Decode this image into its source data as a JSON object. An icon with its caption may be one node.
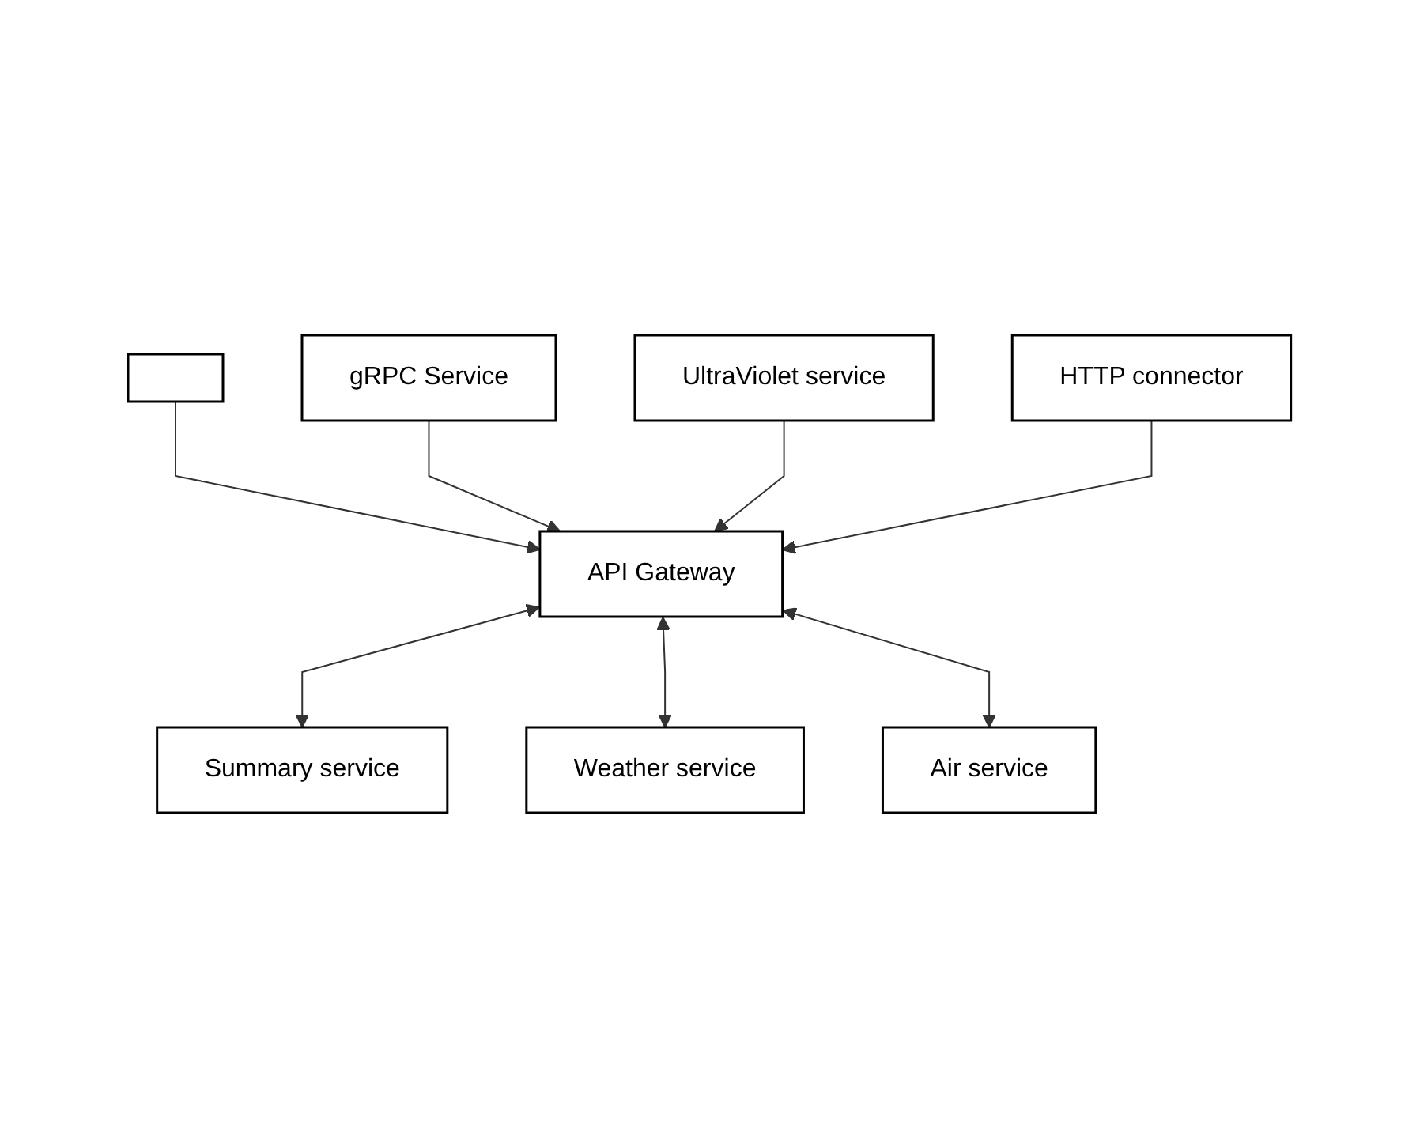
{
  "diagram": {
    "nodes": [
      {
        "text": [],
        "shape": "box"
      },
      {
        "text": [
          "gRPC Service"
        ]
      },
      {
        "text": [
          "UltraViolet service"
        ]
      },
      {
        "text": [
          "HTTP connector"
        ]
      },
      {
        "text": [
          "API Gateway"
        ]
      },
      {
        "text": [
          "Summary service"
        ]
      },
      {
        "text": [
          "Weather service"
        ]
      },
      {
        "text": [
          "Air service"
        ]
      }
    ],
    "edges": [
      {
        "from": 0,
        "to": 4,
        "arrow": "to"
      },
      {
        "from": 1,
        "to": 4,
        "arrow": "to"
      },
      {
        "from": 2,
        "to": 4,
        "arrow": "to"
      },
      {
        "from": 3,
        "to": 4,
        "arrow": "to"
      },
      {
        "from": 4,
        "to": 5,
        "arrow": "both"
      },
      {
        "from": 4,
        "to": 6,
        "arrow": "both"
      },
      {
        "from": 4,
        "to": 7,
        "arrow": "both"
      }
    ]
  }
}
